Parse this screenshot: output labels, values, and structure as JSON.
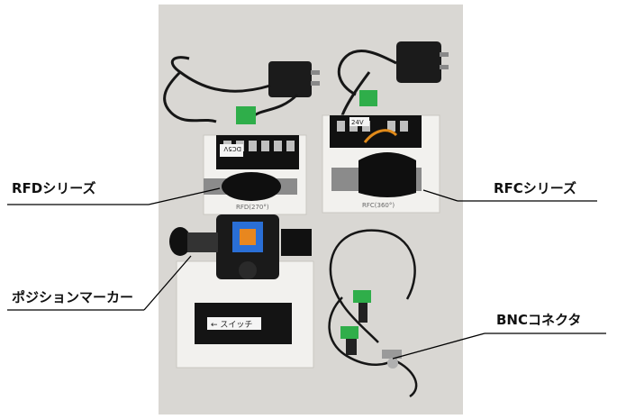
{
  "labels": {
    "rfd": "RFDシリーズ",
    "rfc": "RFCシリーズ",
    "position_marker": "ポジションマーカー",
    "bnc": "BNCコネクタ"
  },
  "photo_text": {
    "rfd_board": "RFD(270°)",
    "rfc_board": "RFC(360°)",
    "switch": "← スイッチ",
    "rfd_terminal": "DC5V",
    "rfc_terminal": "24V"
  },
  "colors": {
    "background": "#ffffff",
    "photo_backdrop": "#d8d6d2",
    "leader_line": "#000000"
  }
}
